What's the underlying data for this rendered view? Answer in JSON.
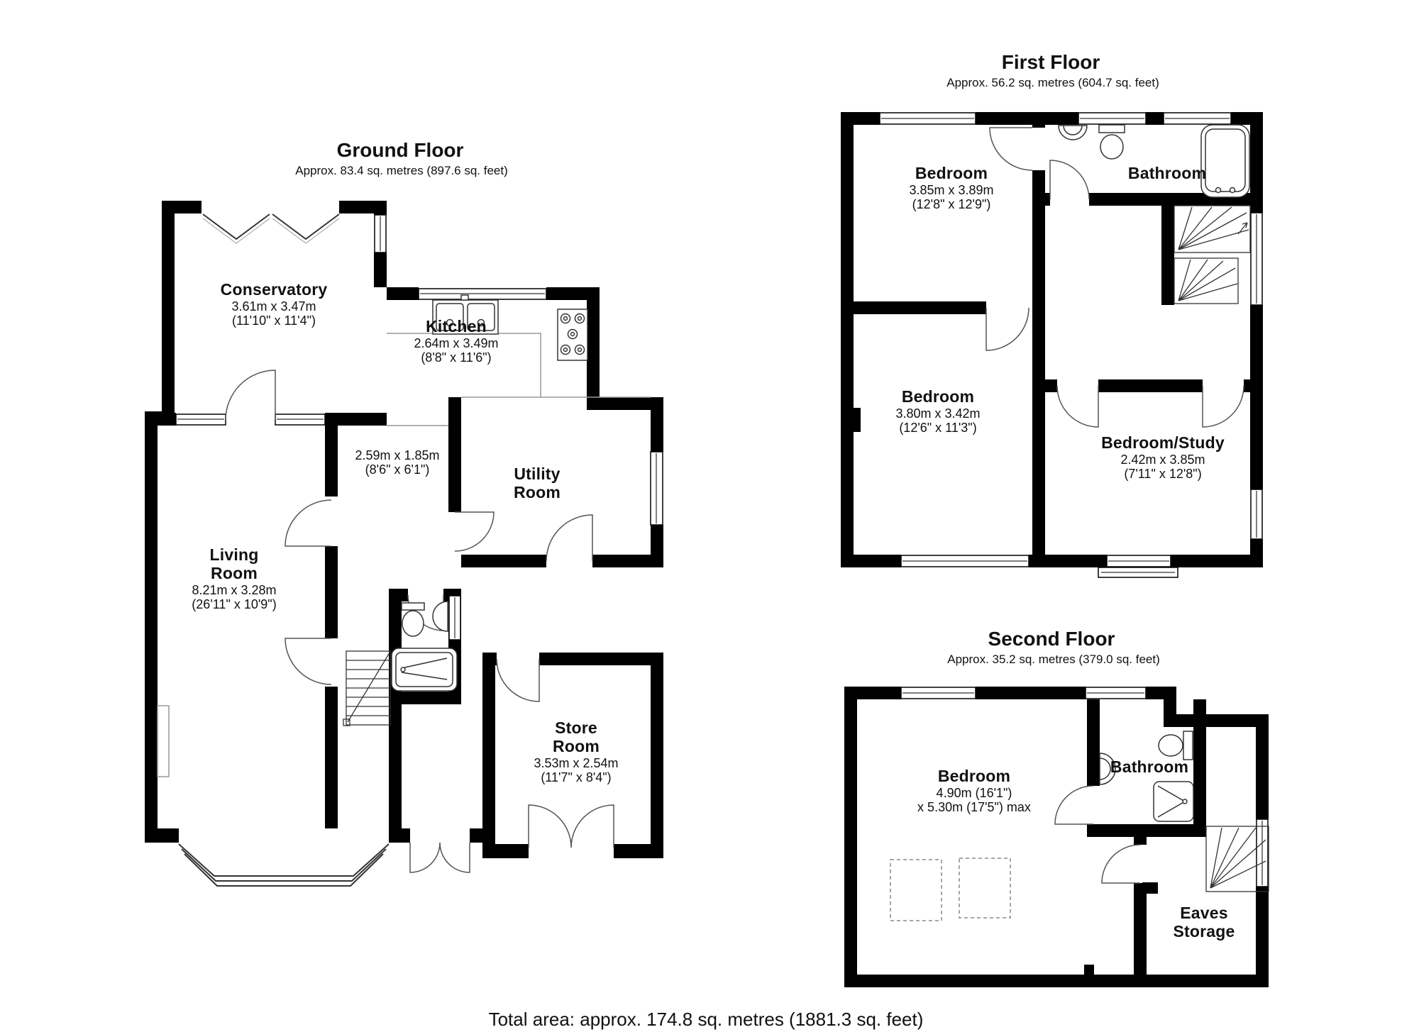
{
  "page": {
    "background": "#ffffff",
    "wall_color": "#000000",
    "total_area": "Total area: approx. 174.8 sq. metres (1881.3 sq. feet)"
  },
  "floors": {
    "ground": {
      "title": "Ground Floor",
      "subtitle": "Approx. 83.4 sq. metres (897.6 sq. feet)",
      "rooms": {
        "conservatory": {
          "name": "Conservatory",
          "metric": "3.61m x 3.47m",
          "imperial": "(11'10\" x 11'4\")"
        },
        "kitchen": {
          "name": "Kitchen",
          "metric": "2.64m x 3.49m",
          "imperial": "(8'8\" x 11'6\")"
        },
        "hall": {
          "metric": "2.59m x 1.85m",
          "imperial": "(8'6\" x 6'1\")"
        },
        "utility": {
          "name_line1": "Utility",
          "name_line2": "Room"
        },
        "living": {
          "name_line1": "Living",
          "name_line2": "Room",
          "metric": "8.21m x 3.28m",
          "imperial": "(26'11\" x 10'9\")"
        },
        "store": {
          "name_line1": "Store",
          "name_line2": "Room",
          "metric": "3.53m x 2.54m",
          "imperial": "(11'7\" x 8'4\")"
        }
      }
    },
    "first": {
      "title": "First Floor",
      "subtitle": "Approx. 56.2 sq. metres (604.7 sq. feet)",
      "rooms": {
        "bedroom1": {
          "name": "Bedroom",
          "metric": "3.85m x 3.89m",
          "imperial": "(12'8\" x 12'9\")"
        },
        "bathroom": {
          "name": "Bathroom"
        },
        "bedroom2": {
          "name": "Bedroom",
          "metric": "3.80m x 3.42m",
          "imperial": "(12'6\" x 11'3\")"
        },
        "bedroom_study": {
          "name": "Bedroom/Study",
          "metric": "2.42m x 3.85m",
          "imperial": "(7'11\" x 12'8\")"
        }
      }
    },
    "second": {
      "title": "Second Floor",
      "subtitle": "Approx. 35.2 sq. metres (379.0 sq. feet)",
      "rooms": {
        "bedroom": {
          "name": "Bedroom",
          "metric": "4.90m (16'1\")",
          "imperial": "x 5.30m (17'5\") max"
        },
        "bathroom": {
          "name": "Bathroom"
        },
        "eaves": {
          "name_line1": "Eaves",
          "name_line2": "Storage"
        }
      }
    }
  }
}
